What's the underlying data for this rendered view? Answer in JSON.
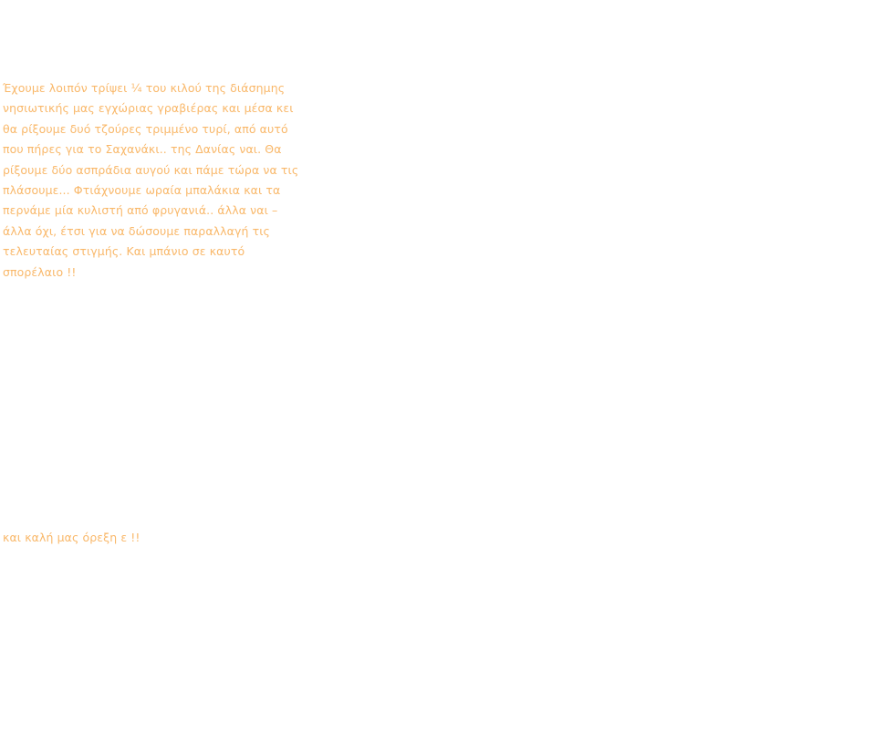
{
  "colors": {
    "text": "#f9b86a",
    "background": "#ffffff"
  },
  "recipe": {
    "lines": [
      "Έχουμε λοιπόν τρίψει ¼ του κιλού της διάσημης",
      "νησιωτικής μας εγχώριας γραβιέρας και μέσα κει",
      "θα ρίξουμε δυό τζούρες τριμμένο τυρί, από αυτό",
      "που πήρες για το Σαχανάκι.. της Δανίας ναι. Θα",
      "ρίξουμε δύο ασπράδια αυγού και πάμε τώρα να τις",
      "πλάσουμε... Φτιάχνουμε ωραία μπαλάκια και τα",
      "περνάμε μία κυλιστή από φρυγανιά.. άλλα ναι –",
      "άλλα όχι, έτσι για να δώσουμε παραλλαγή τις",
      "τελευταίας στιγμής. Και μπάνιο σε καυτό",
      "σπορέλαιο !!"
    ]
  },
  "closing": {
    "text": "και καλή μας όρεξη ε !!"
  }
}
